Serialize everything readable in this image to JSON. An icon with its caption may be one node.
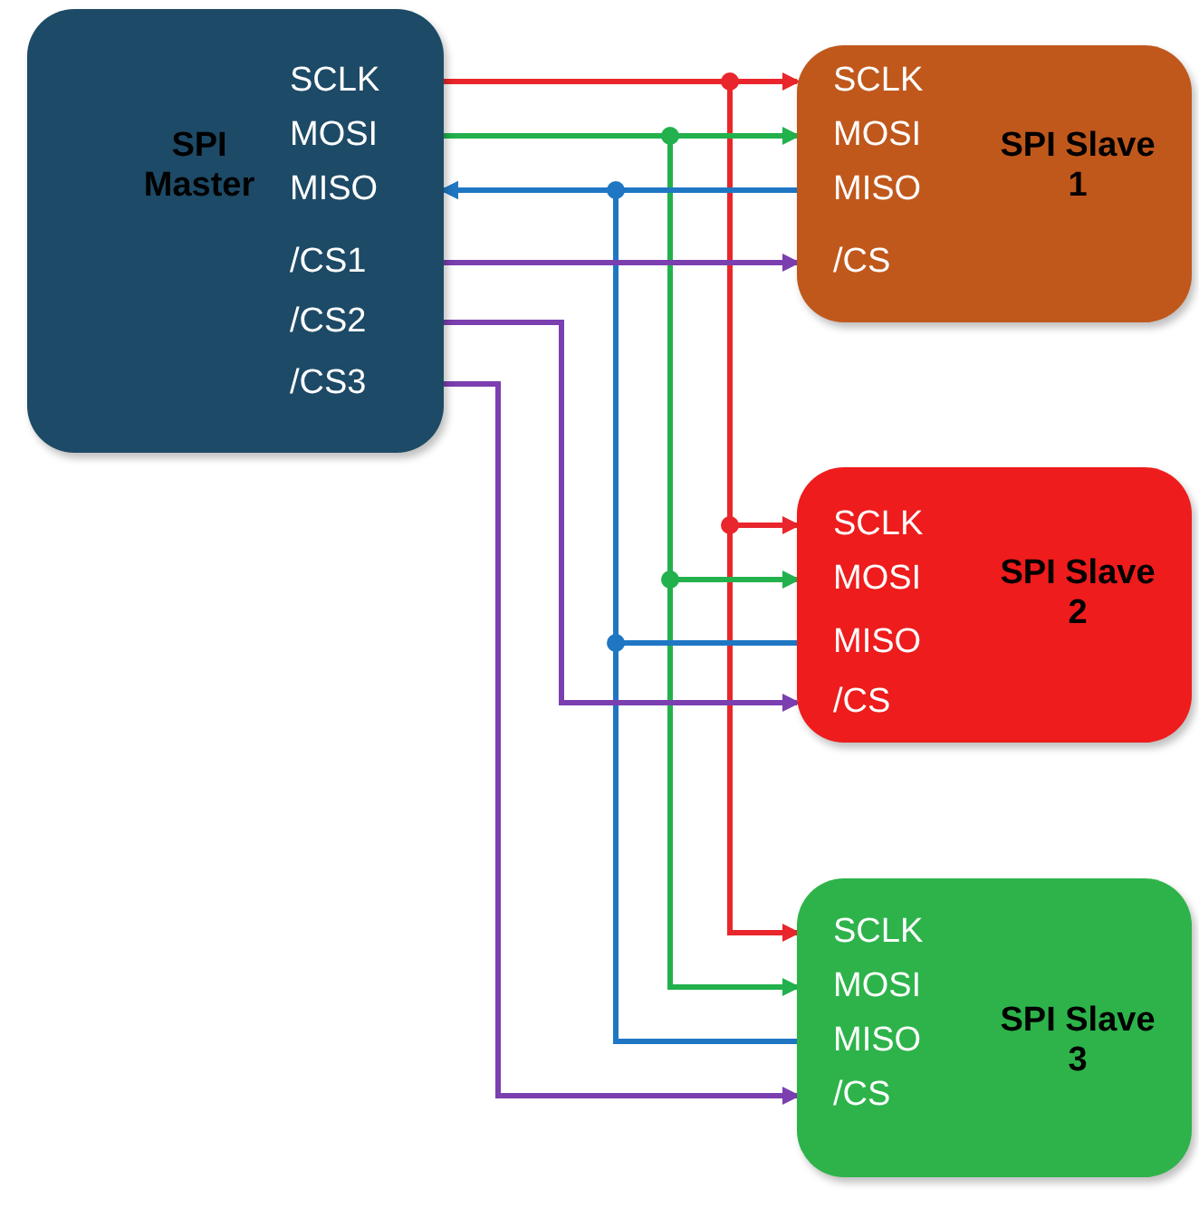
{
  "diagram": {
    "nodes": [
      {
        "text": [
          "SPI Master",
          "SCLK",
          "MOSI",
          "MISO",
          "/CS1",
          "/CS2",
          "/CS3"
        ]
      },
      {
        "text": [
          "SCLK",
          "MOSI",
          "MISO",
          "/CS",
          "SPI Slave 1"
        ]
      },
      {
        "text": [
          "SCLK",
          "MOSI",
          "MISO",
          "/CS",
          "SPI Slave 2"
        ]
      },
      {
        "text": [
          "SCLK",
          "MOSI",
          "MISO",
          "/CS",
          "SPI Slave 3"
        ]
      }
    ],
    "edges": [
      {
        "from": 0,
        "to": 1,
        "arrow": "to",
        "color": "#e8262b"
      },
      {
        "from": 0,
        "to": 2,
        "arrow": "to",
        "color": "#e8262b"
      },
      {
        "from": 0,
        "to": 3,
        "arrow": "to",
        "color": "#e8262b"
      },
      {
        "from": 0,
        "to": 1,
        "arrow": "to",
        "color": "#22b14c"
      },
      {
        "from": 0,
        "to": 2,
        "arrow": "to",
        "color": "#22b14c"
      },
      {
        "from": 0,
        "to": 3,
        "arrow": "to",
        "color": "#22b14c"
      },
      {
        "from": 1,
        "to": 0,
        "arrow": "to",
        "color": "#1f77c4"
      },
      {
        "from": 2,
        "to": 0,
        "arrow": "to",
        "color": "#1f77c4"
      },
      {
        "from": 3,
        "to": 0,
        "arrow": "to",
        "color": "#1f77c4"
      },
      {
        "from": 0,
        "to": 1,
        "arrow": "to",
        "color": "#7b3fb0"
      },
      {
        "from": 0,
        "to": 2,
        "arrow": "to",
        "color": "#7b3fb0"
      },
      {
        "from": 0,
        "to": 3,
        "arrow": "to",
        "color": "#7b3fb0"
      }
    ]
  }
}
